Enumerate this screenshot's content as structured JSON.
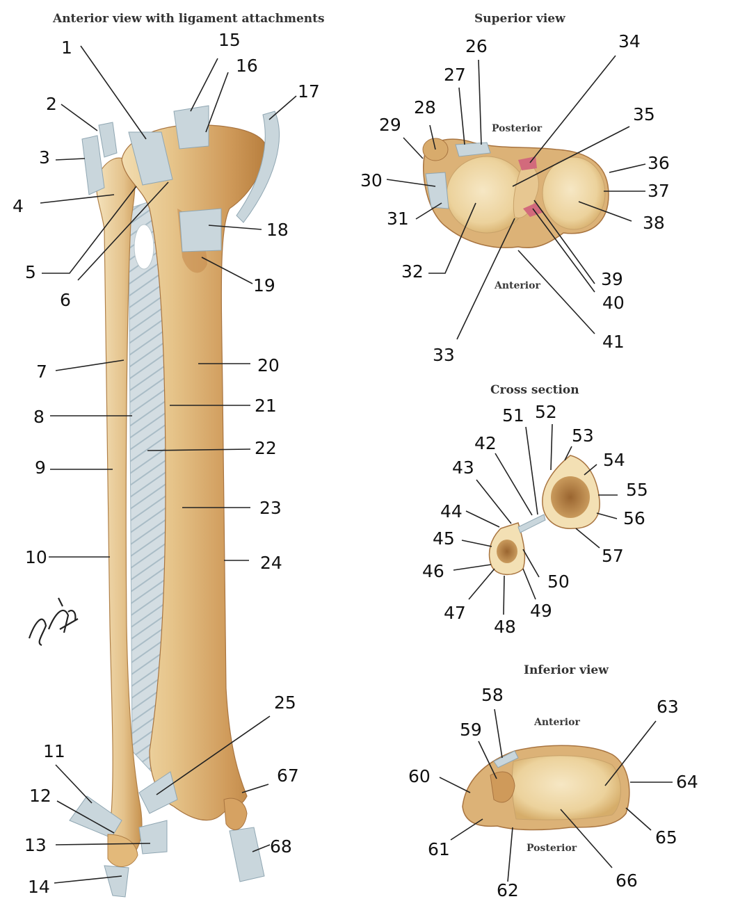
{
  "titles": {
    "anterior": "Anterior view with ligament attachments",
    "superior": "Superior view",
    "cross": "Cross section",
    "inferior": "Inferior view"
  },
  "orientation": {
    "superior_posterior": "Posterior",
    "superior_anterior": "Anterior",
    "inferior_anterior": "Anterior",
    "inferior_posterior": "Posterior"
  },
  "labels": {
    "n1": "1",
    "n2": "2",
    "n3": "3",
    "n4": "4",
    "n5": "5",
    "n6": "6",
    "n7": "7",
    "n8": "8",
    "n9": "9",
    "n10": "10",
    "n11": "11",
    "n12": "12",
    "n13": "13",
    "n14": "14",
    "n15": "15",
    "n16": "16",
    "n17": "17",
    "n18": "18",
    "n19": "19",
    "n20": "20",
    "n21": "21",
    "n22": "22",
    "n23": "23",
    "n24": "24",
    "n25": "25",
    "n26": "26",
    "n27": "27",
    "n28": "28",
    "n29": "29",
    "n30": "30",
    "n31": "31",
    "n32": "32",
    "n33": "33",
    "n34": "34",
    "n35": "35",
    "n36": "36",
    "n37": "37",
    "n38": "38",
    "n39": "39",
    "n40": "40",
    "n41": "41",
    "n42": "42",
    "n43": "43",
    "n44": "44",
    "n45": "45",
    "n46": "46",
    "n47": "47",
    "n48": "48",
    "n49": "49",
    "n50": "50",
    "n51": "51",
    "n52": "52",
    "n53": "53",
    "n54": "54",
    "n55": "55",
    "n56": "56",
    "n57": "57",
    "n58": "58",
    "n59": "59",
    "n60": "60",
    "n61": "61",
    "n62": "62",
    "n63": "63",
    "n64": "64",
    "n65": "65",
    "n66": "66",
    "n67": "67",
    "n68": "68"
  },
  "colors": {
    "bone": "#e3bf82",
    "bone_shadow": "#c08a48",
    "bone_light": "#f3e0b4",
    "ligament": "#c9d6dc",
    "ligament_line": "#9fb4bf",
    "marrow": "#a8733a",
    "attachment_red": "#d26a7c"
  }
}
